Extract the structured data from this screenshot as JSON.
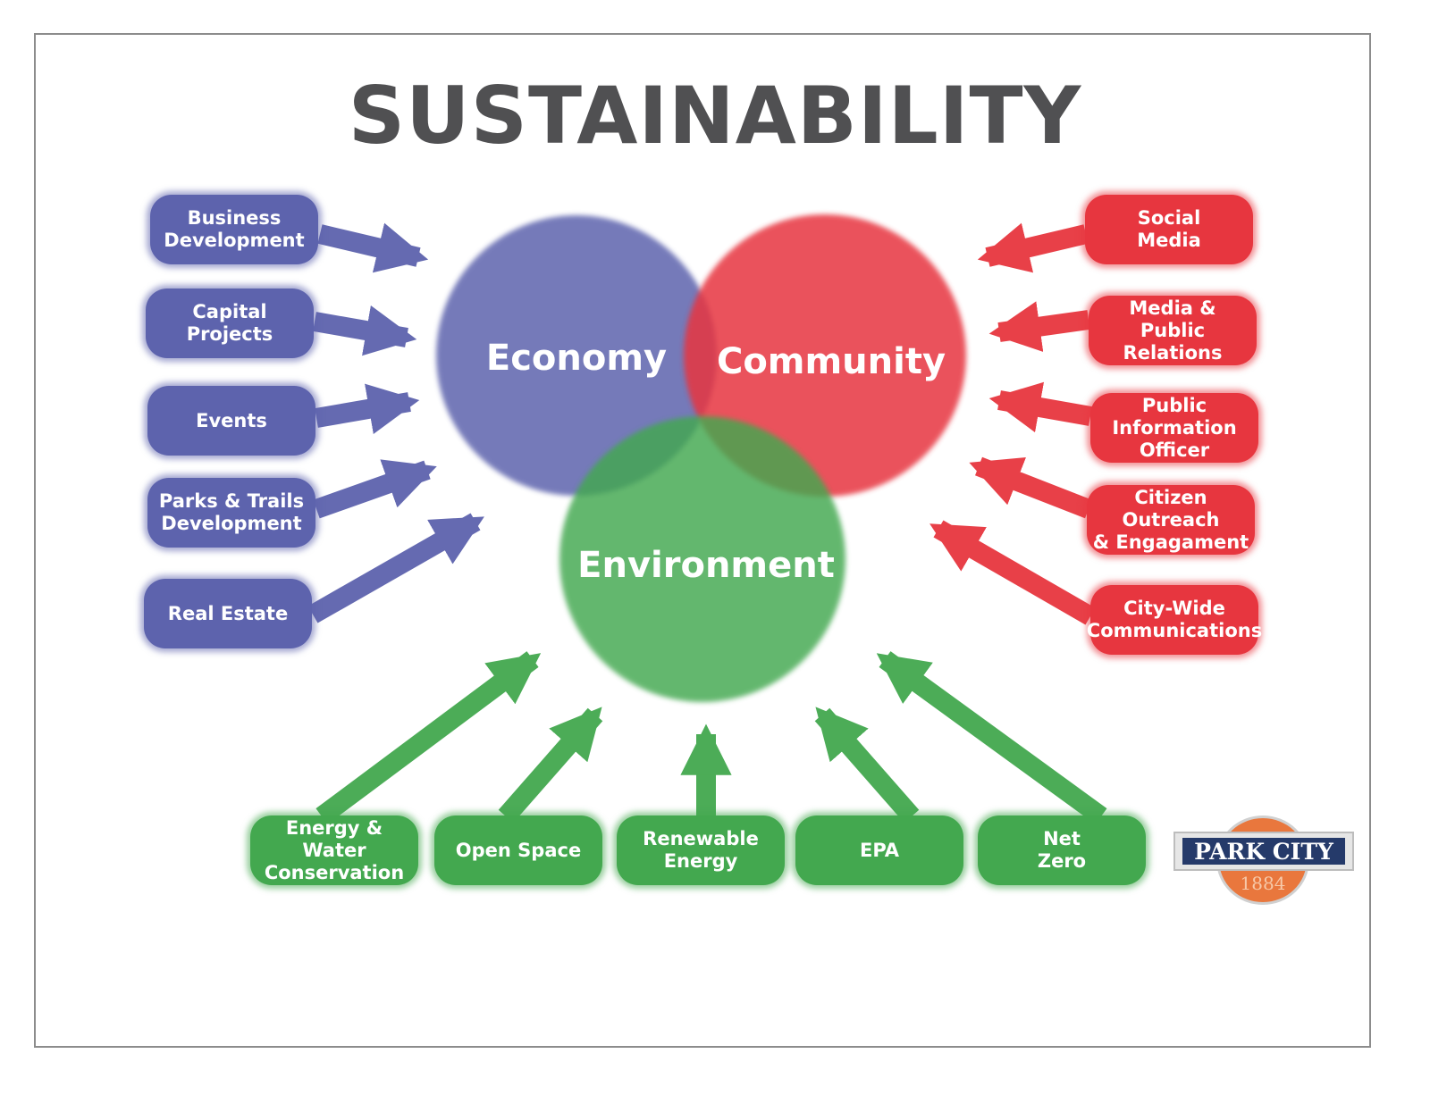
{
  "title": "SUSTAINABILITY",
  "circles": {
    "economy": "Economy",
    "community": "Community",
    "environment": "Environment"
  },
  "economy_items": [
    "Business\nDevelopment",
    "Capital\nProjects",
    "Events",
    "Parks & Trails\nDevelopment",
    "Real Estate"
  ],
  "community_items": [
    "Social\nMedia",
    "Media &\nPublic Relations",
    "Public\nInformation\nOfficer",
    "Citizen Outreach\n& Engagament",
    "City-Wide\nCommunications"
  ],
  "environment_items": [
    "Energy & Water\nConservation",
    "Open Space",
    "Renewable\nEnergy",
    "EPA",
    "Net\nZero"
  ],
  "logo": {
    "name": "PARK CITY",
    "year": "1884"
  },
  "colors": {
    "economy": "#5d63ad",
    "community": "#e7363f",
    "environment": "#43a84f",
    "title": "#505052"
  }
}
